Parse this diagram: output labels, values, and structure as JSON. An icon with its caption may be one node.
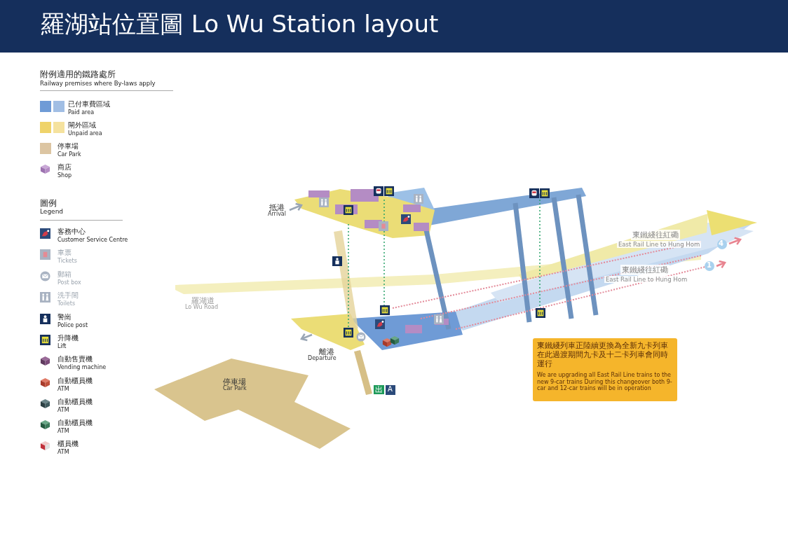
{
  "diagram": {
    "title": "羅湖站位置圖 Lo Wu Station layout",
    "labels": [
      "附例適用的鐵路處所",
      "Railway premises where By-laws apply",
      "圖例",
      "Legend",
      "抵港",
      "Arrival",
      "羅湖道",
      "Lo Wu Road",
      "東鐵綫往紅磡",
      "East Rail Line to Hung Hom",
      "4",
      "東鐵綫往紅磡",
      "East Rail Line to Hung Hom",
      "1",
      "離港",
      "Departure",
      "停車場",
      "Car Park",
      "東鐵綫列車正陸續更換為全新九卡列車在此過渡期間九卡及十二卡列車會同時運行",
      "We are upgrading all East Rail Line trains to the new 9-car trains During this changeover both 9-car and 12-car trains will be in operation",
      "出",
      "A"
    ],
    "legend": [
      {
        "text": "已付車費區域 Paid area",
        "color": "#6f9bd6"
      },
      {
        "text": "閘外區域 Unpaid area",
        "color": "#efd36a"
      },
      {
        "text": "停車場 Car Park",
        "color": "#dcc5a2"
      },
      {
        "text": "商店 Shop"
      },
      {
        "text": "客務中心 Customer Service Centre"
      },
      {
        "text": "車票 Tickets"
      },
      {
        "text": "郵箱 Post box"
      },
      {
        "text": "洗手間 Toilets"
      },
      {
        "text": "警崗 Police post"
      },
      {
        "text": "升降機 Lift"
      },
      {
        "text": "自動售賣機 Vending machine"
      },
      {
        "text": "自動櫃員機 ATM"
      },
      {
        "text": "自動櫃員機 ATM"
      },
      {
        "text": "自動櫃員機 ATM"
      },
      {
        "text": "櫃員機 ATM"
      }
    ]
  }
}
